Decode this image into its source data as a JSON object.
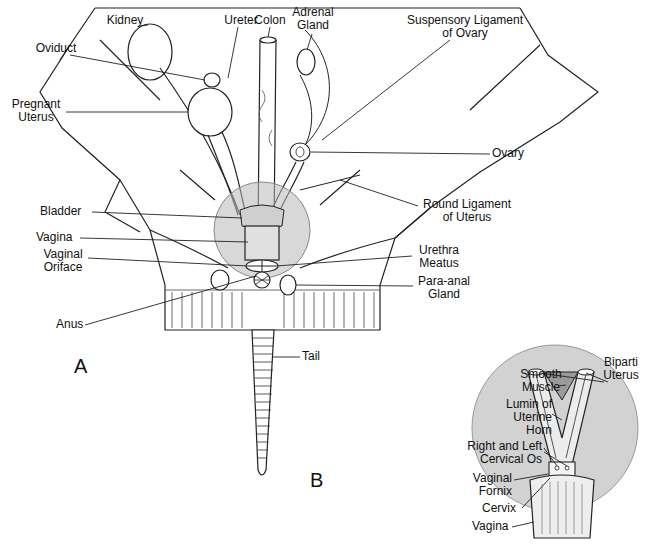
{
  "diagram": {
    "labels": [
      "Kidney",
      "Ureter",
      "Colon",
      "Adrenal Gland",
      "Suspensory Ligament of Ovary",
      "Oviduct",
      "Pregnant Uterus",
      "Ovary",
      "Bladder",
      "Round Ligament of Uterus",
      "Vagina",
      "Urethra Meatus",
      "Vaginal Oriface",
      "Para-anal Gland",
      "Anus",
      "Tail",
      "A",
      "B",
      "Biparti Uterus",
      "Smooth Muscle",
      "Lumin of Uterine Horn",
      "Right and Left Cervical Os",
      "Vaginal Fornix",
      "Cervix",
      "Vagina"
    ]
  }
}
